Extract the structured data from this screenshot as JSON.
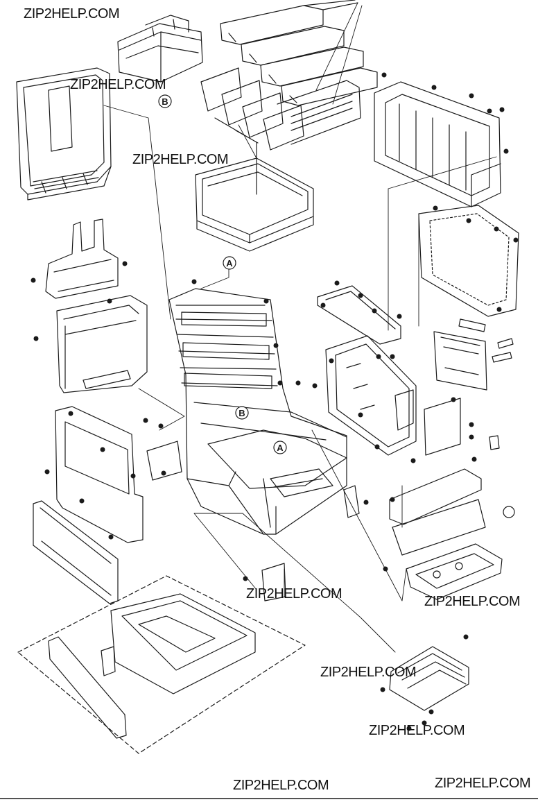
{
  "watermarks": [
    "ZIP2HELP.COM",
    "ZIP2HELP.COM",
    "ZIP2HELP.COM",
    "ZIP2HELP.COM",
    "ZIP2HELP.COM",
    "ZIP2HELP.COM",
    "ZIP2HELP.COM",
    "ZIP2HELP.COM",
    "ZIP2HELP.COM"
  ],
  "callouts": {
    "a_top": "A",
    "a_body": "A",
    "b_top": "B",
    "b_body": "B"
  },
  "colors": {
    "line": "#1a1a1a",
    "background": "#ffffff"
  }
}
